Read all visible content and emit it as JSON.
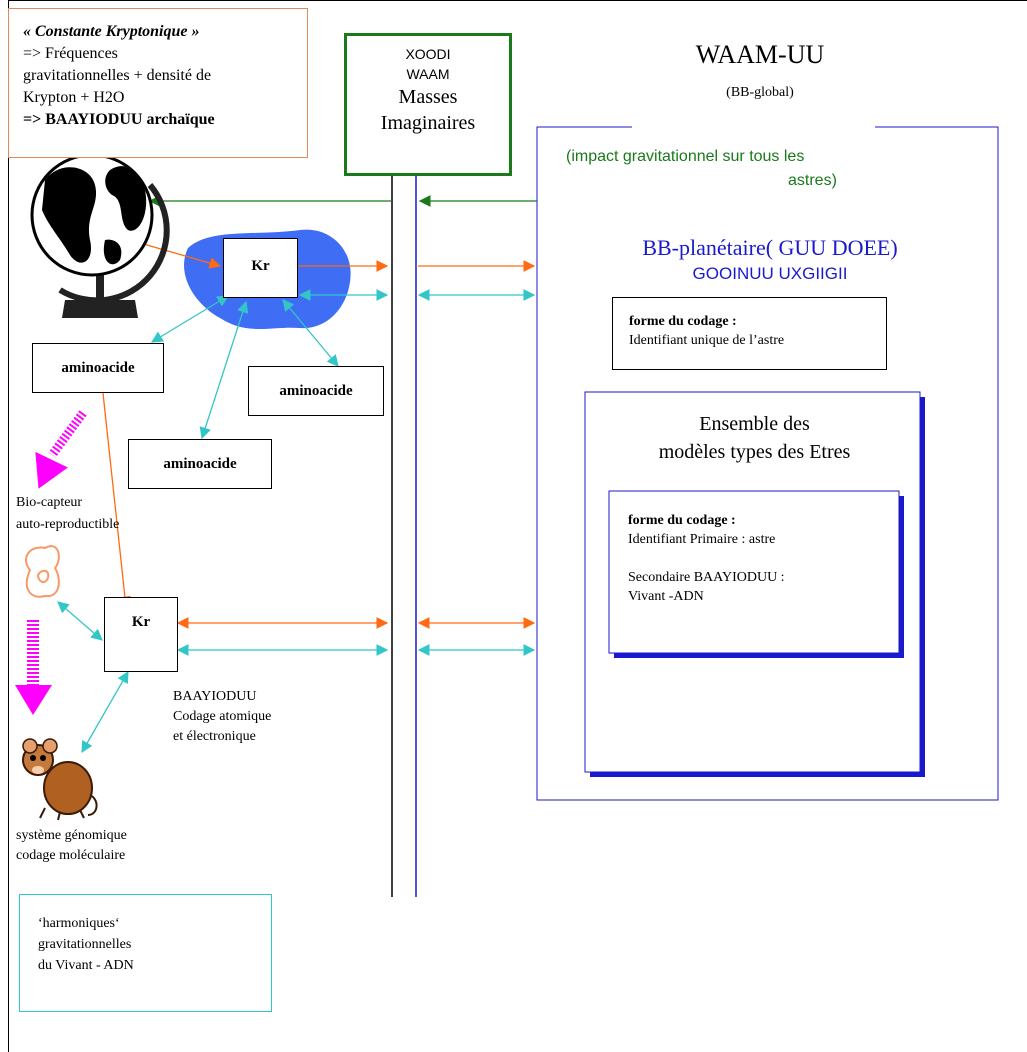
{
  "note_box": {
    "title": "« Constante Kryptonique »",
    "line1": "=> Fréquences",
    "line2": "gravitationnelles + densité de",
    "line3": "Krypton + H2O",
    "line4": "=> BAAYIODUU archaïque"
  },
  "xoodi_box": {
    "line1": "XOODI",
    "line2": "WAAM",
    "line3": "Masses",
    "line4": "Imaginaires"
  },
  "waam": {
    "title": "WAAM-UU",
    "subtitle": "(BB-global)",
    "impact_line1": "(impact gravitationnel sur tous les",
    "impact_line2": "astres)",
    "bb_line1": "BB-planétaire( GUU DOEE)",
    "bb_line2": "GOOINUU UXGIIGII"
  },
  "coding_box_1": {
    "label": "forme du codage :",
    "text": "Identifiant unique de l’astre"
  },
  "ensemble": {
    "line1": "Ensemble des",
    "line2": "modèles types des Etres"
  },
  "coding_box_2": {
    "label": "forme du codage :",
    "line1": "Identifiant Primaire : astre",
    "line2": "Secondaire BAAYIODUU :",
    "line3": "Vivant -ADN"
  },
  "kr_top": "Kr",
  "kr_bottom": "Kr",
  "amino_1": "aminoacide",
  "amino_2": "aminoacide",
  "amino_3": "aminoacide",
  "bio_capteur": {
    "line1": "Bio-capteur",
    "line2": "auto-reproductible"
  },
  "baayioduu": {
    "line1": "BAAYIODUU",
    "line2": "Codage atomique",
    "line3": "et électronique"
  },
  "genomic": {
    "line1": "système génomique",
    "line2": "codage moléculaire"
  },
  "harmoniques": {
    "line1": "‘harmoniques‘",
    "line2": "gravitationnelles",
    "line3": "du Vivant - ADN"
  },
  "colors": {
    "orange": "#ff6a13",
    "cyan": "#33c6c6",
    "green": "#1a7a1a",
    "blue": "#1a1acc",
    "magenta": "#ff00ff",
    "kr_blob": "#3f6ef5",
    "note_border": "#e08a5a"
  },
  "icons": [
    "globe-icon",
    "mouse-icon",
    "bio-sensor-icon"
  ]
}
